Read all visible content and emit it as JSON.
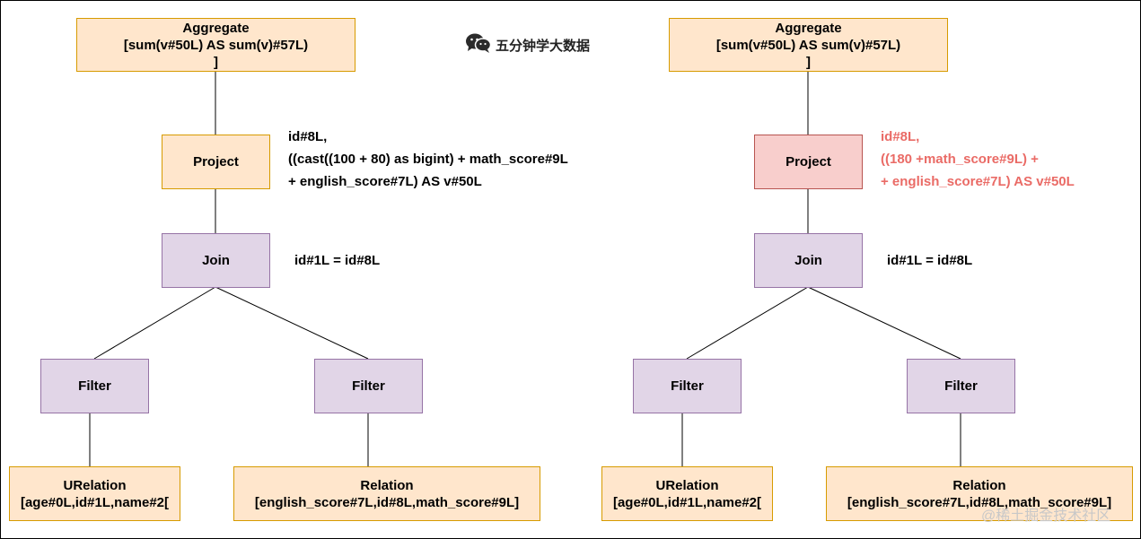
{
  "brand": {
    "icon": "wechat-icon",
    "text": "五分钟学大数据"
  },
  "watermark": "@稀土掘金技术社区",
  "colors": {
    "orange_fill": "#ffe6cc",
    "purple_fill": "#e1d5e7",
    "red_fill": "#f8cecc",
    "highlight_text": "#ea6b66"
  },
  "left_tree": {
    "aggregate": {
      "line1": "Aggregate",
      "line2": "[sum(v#50L) AS sum(v)#57L)",
      "line3": "]"
    },
    "project": {
      "label": "Project"
    },
    "project_annotation": {
      "line1": "id#8L,",
      "line2": "((cast((100 + 80) as bigint) + math_score#9L",
      "line3": "+ english_score#7L) AS v#50L"
    },
    "join": {
      "label": "Join"
    },
    "join_annotation": "id#1L = id#8L",
    "filter_left": {
      "label": "Filter"
    },
    "filter_right": {
      "label": "Filter"
    },
    "urelation": {
      "line1": "URelation",
      "line2": "[age#0L,id#1L,name#2["
    },
    "relation": {
      "line1": "Relation",
      "line2": "[english_score#7L,id#8L,math_score#9L]"
    }
  },
  "right_tree": {
    "aggregate": {
      "line1": "Aggregate",
      "line2": "[sum(v#50L) AS sum(v)#57L)",
      "line3": "]"
    },
    "project": {
      "label": "Project"
    },
    "project_annotation": {
      "line1": "id#8L,",
      "line2": "((180 +math_score#9L) +",
      "line3": "+ english_score#7L) AS v#50L"
    },
    "join": {
      "label": "Join"
    },
    "join_annotation": "id#1L = id#8L",
    "filter_left": {
      "label": "Filter"
    },
    "filter_right": {
      "label": "Filter"
    },
    "urelation": {
      "line1": "URelation",
      "line2": "[age#0L,id#1L,name#2["
    },
    "relation": {
      "line1": "Relation",
      "line2": "[english_score#7L,id#8L,math_score#9L]"
    }
  }
}
